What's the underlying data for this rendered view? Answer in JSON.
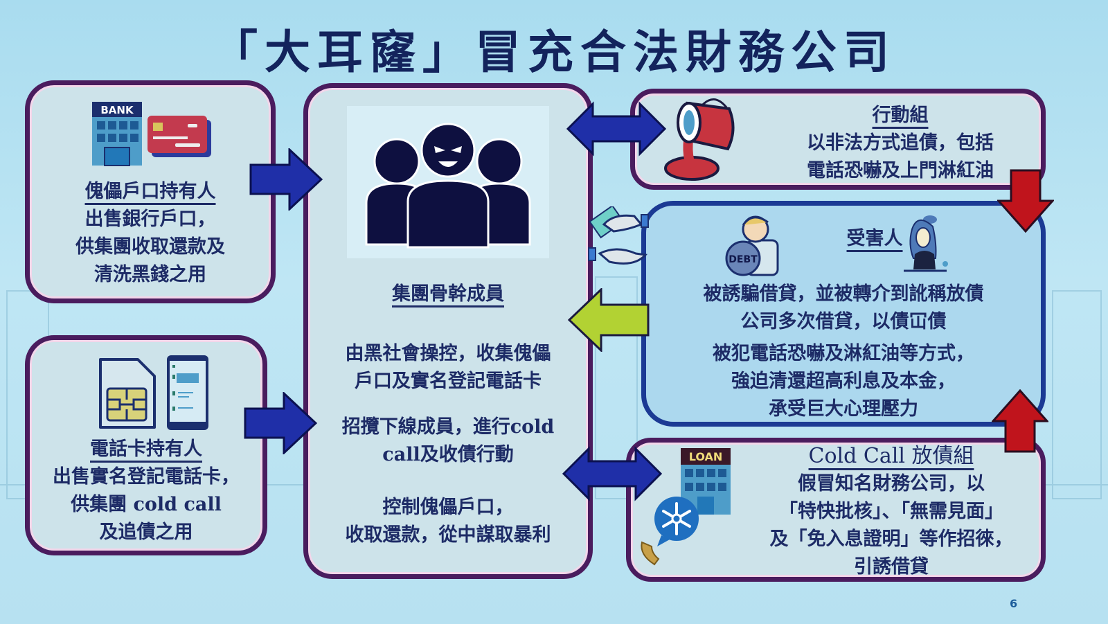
{
  "title": "「大耳窿」冒充合法財務公司",
  "page_number": "6",
  "nodes": {
    "puppet_account": {
      "heading": "傀儡戶口持有人",
      "lines": [
        "出售銀行戶口，",
        "供集團收取還款及",
        "清洗黑錢之用"
      ],
      "icons": [
        "bank-building-icon",
        "credit-card-icon"
      ],
      "bank_label": "BANK"
    },
    "sim_holder": {
      "heading": "電話卡持有人",
      "lines": [
        "出售實名登記電話卡，",
        "供集團 cold call",
        "及追債之用"
      ],
      "icons": [
        "sim-card-icon",
        "smartphone-icon"
      ]
    },
    "core_members": {
      "heading": "集團骨幹成員",
      "paragraphs": [
        [
          "由黑社會操控，收集傀儡",
          "戶口及實名登記電話卡"
        ],
        [
          "招攬下線成員，進行cold",
          "call及收債行動"
        ],
        [
          "控制傀儡戶口，",
          "收取還款，從中謀取暴利"
        ]
      ],
      "icons": [
        "gang-silhouette-icon"
      ]
    },
    "action_team": {
      "heading": "行動組",
      "lines": [
        "以非法方式追債，包括",
        "電話恐嚇及上門淋紅油"
      ],
      "icons": [
        "paint-bucket-pour-icon"
      ]
    },
    "victim": {
      "heading": "受害人",
      "paragraphs": [
        [
          "被誘騙借貸，並被轉介到訛稱放債",
          "公司多次借貸，以債冚債"
        ],
        [
          "被犯電話恐嚇及淋紅油等方式，",
          "強迫清還超高利息及本金，",
          "承受巨大心理壓力"
        ]
      ],
      "icons": [
        "debt-man-icon",
        "distressed-woman-icon"
      ],
      "debt_label": "DEBT"
    },
    "cold_call_team": {
      "heading": "Cold Call 放債組",
      "lines": [
        "假冒知名財務公司，以",
        "「特快批核」、「無需見面」",
        "及「免入息證明」等作招徠，",
        "引誘借貸"
      ],
      "icons": [
        "loan-building-icon",
        "cold-call-phone-icon"
      ],
      "loan_label": "LOAN"
    }
  },
  "colors": {
    "box_border": "#4a1c5e",
    "victim_border": "#1b3a94",
    "arrow_blue": "#1f2fa8",
    "arrow_red": "#c0141c",
    "arrow_green": "#b2d233",
    "text": "#1d2b66"
  }
}
